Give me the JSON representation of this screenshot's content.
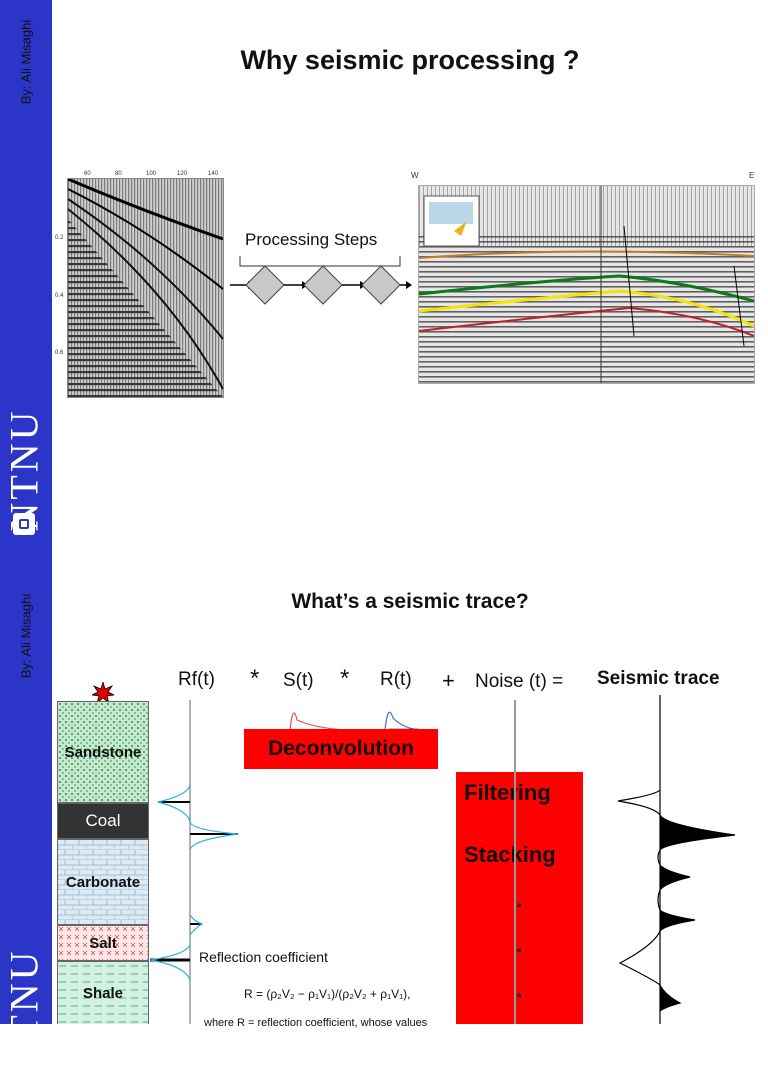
{
  "slide1": {
    "title": "Why seismic processing ?",
    "author": "By: Ali Misaghi",
    "logo": "NTNU",
    "processing_label": "Processing Steps",
    "left_axis": {
      "x_ticks": [
        "60",
        "80",
        "100",
        "120",
        "140"
      ],
      "y_ticks": [
        "0.2",
        "0.4",
        "0.6"
      ]
    },
    "right_labels": {
      "west": "W",
      "east": "E"
    }
  },
  "slide2": {
    "title": "What’s a seismic trace?",
    "author": "By: Ali Misaghi",
    "logo": "NTNU",
    "formula": {
      "rf": "Rf(t)",
      "op1": "*",
      "s": "S(t)",
      "op2": "*",
      "r": "R(t)",
      "op3": "+",
      "noise": "Noise (t) =",
      "result": "Seismic trace"
    },
    "deconvolution": "Deconvolution",
    "filtering": "Filtering",
    "stacking": "Stacking",
    "dots": ".",
    "layers": [
      "Sandstone",
      "Coal",
      "Carbonate",
      "Salt",
      "Shale"
    ],
    "reflection_label": "Reflection coefficient",
    "equation": "R = (ρ₂V₂ − ρ₁V₁)/(ρ₂V₂ + ρ₁V₁),",
    "caption_cut": "where  R  =  reflection coefficient, whose values"
  },
  "colors": {
    "sidebar": "#2b35c8",
    "red_box": "#ff0000",
    "coal": "#333333",
    "sandstone": "#c4e9cf"
  }
}
